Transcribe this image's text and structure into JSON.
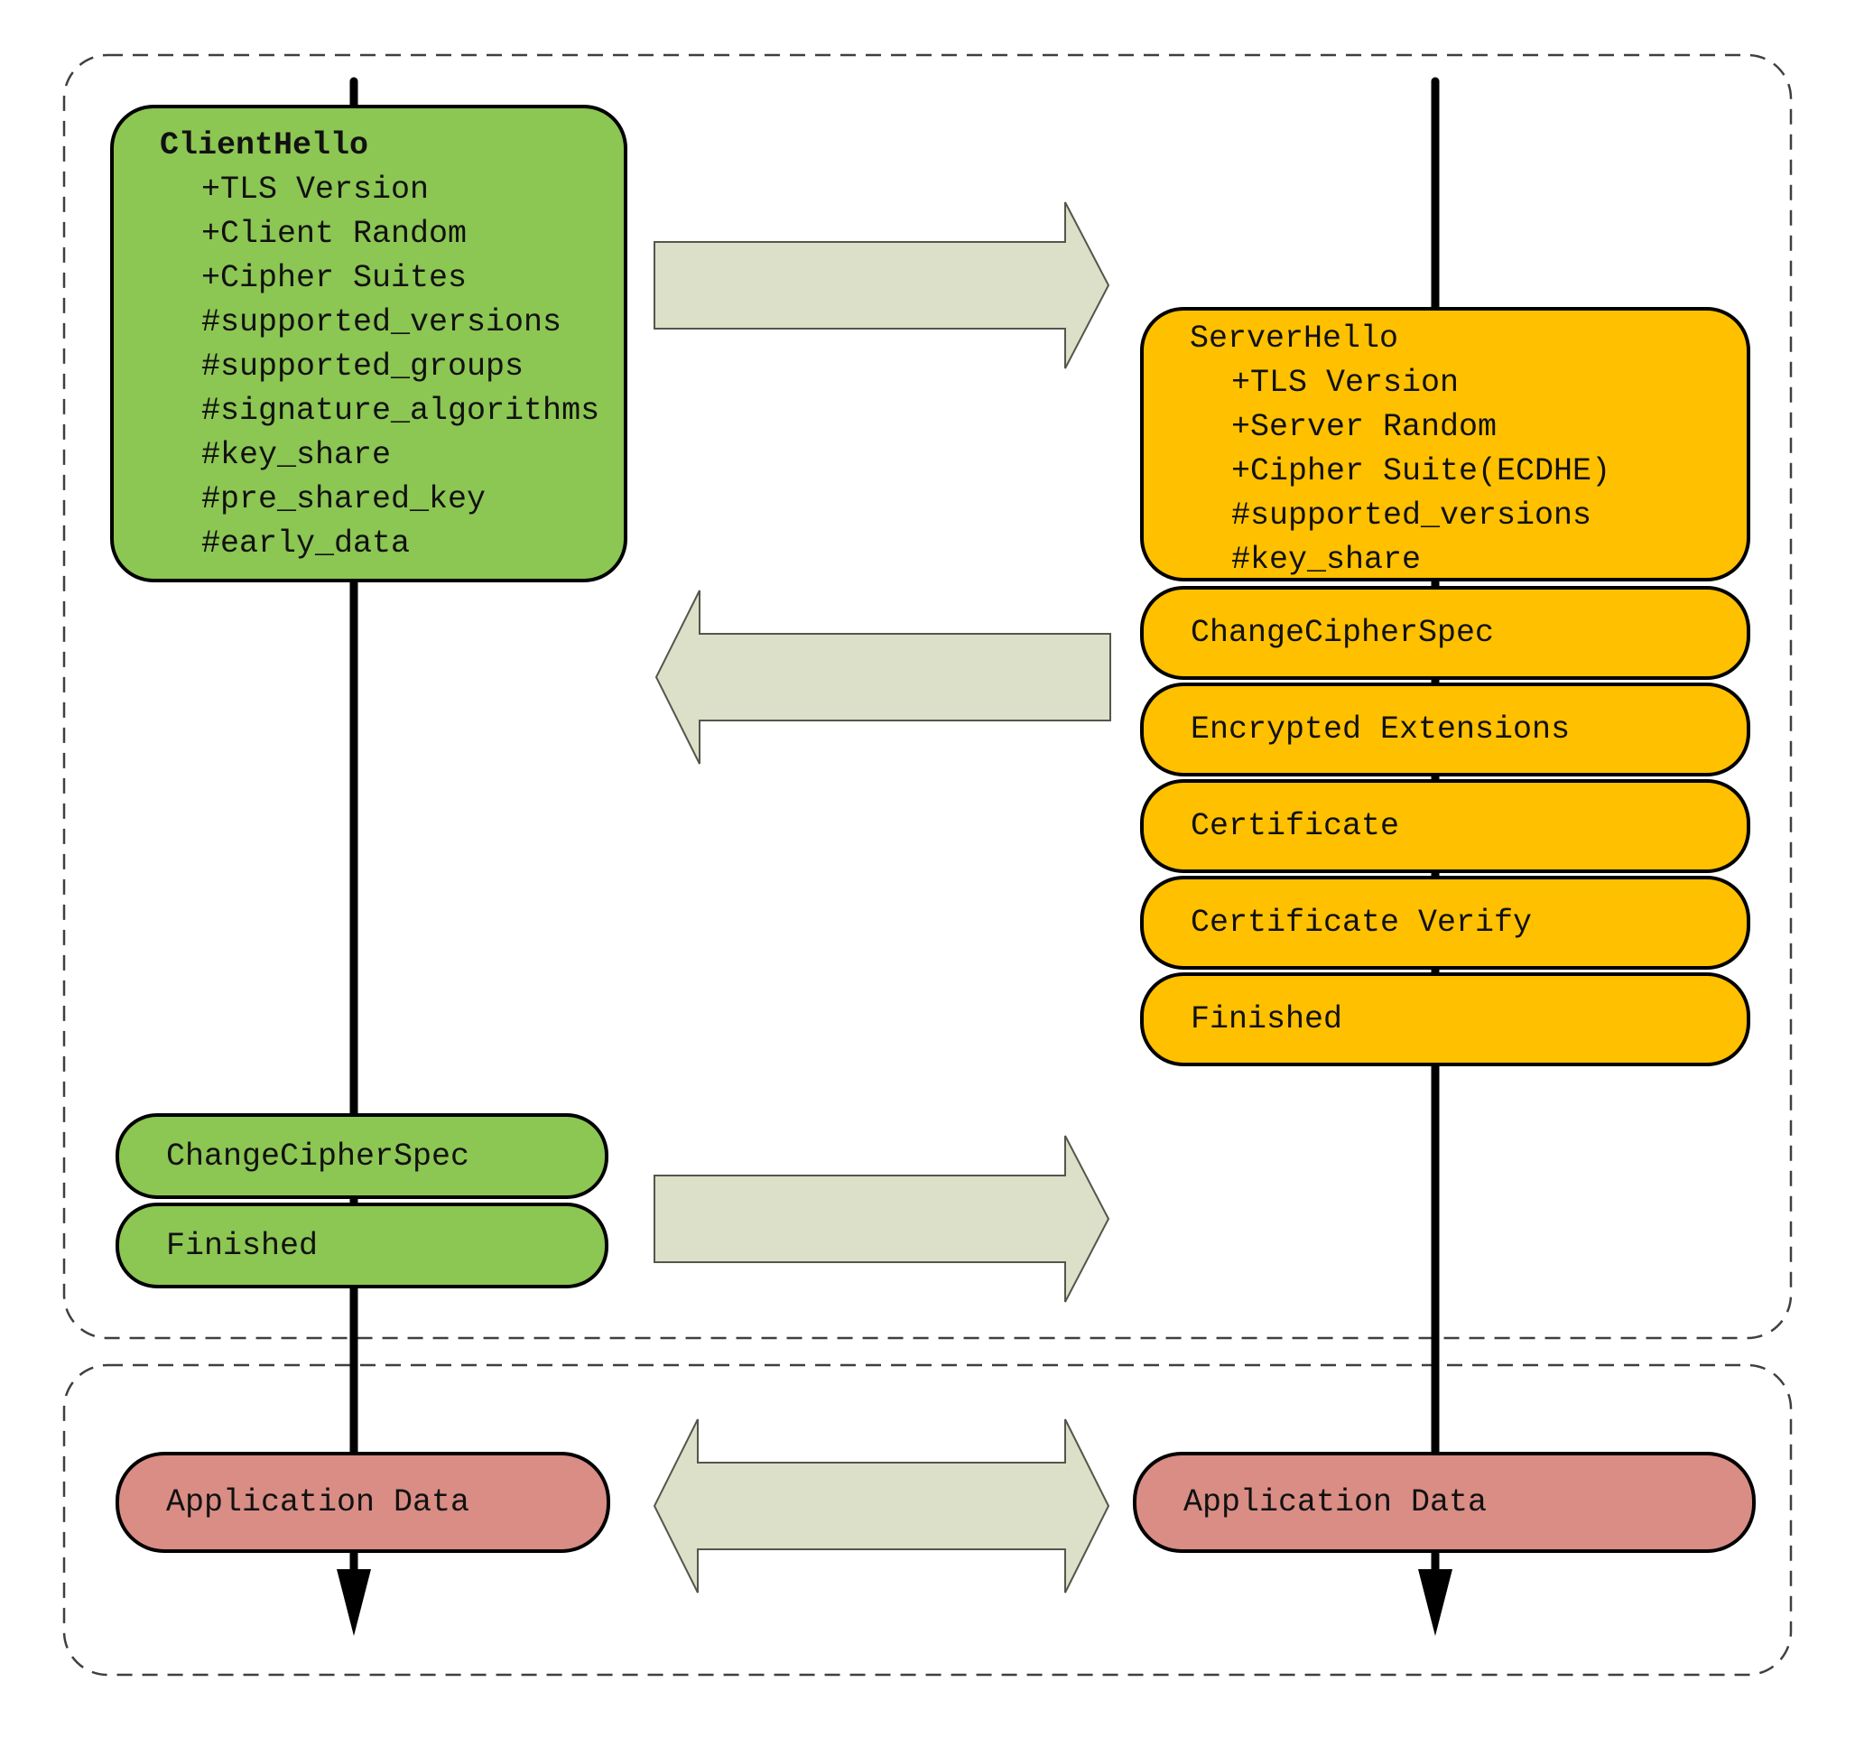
{
  "diagram": {
    "client": {
      "hello": {
        "title": "ClientHello",
        "fields": [
          "+TLS Version",
          "+Client Random",
          "+Cipher Suites",
          "#supported_versions",
          "#supported_groups",
          "#signature_algorithms",
          "#key_share",
          "#pre_shared_key",
          "#early_data"
        ]
      },
      "change_cipher_spec": "ChangeCipherSpec",
      "finished": "Finished",
      "application_data": "Application Data"
    },
    "server": {
      "hello": {
        "title": "ServerHello",
        "fields": [
          "+TLS Version",
          "+Server Random",
          "+Cipher Suite(ECDHE)",
          "#supported_versions",
          "#key_share"
        ]
      },
      "messages": [
        "ChangeCipherSpec",
        "Encrypted Extensions",
        "Certificate",
        "Certificate Verify",
        "Finished"
      ],
      "application_data": "Application Data"
    },
    "colors": {
      "client_box": "#8CC653",
      "server_box": "#FFC000",
      "app_box": "#D98D85",
      "arrow_fill": "#DCE0C8",
      "arrow_stroke": "#53564A",
      "dash_border": "#3F3F3F",
      "timeline": "#000000"
    }
  }
}
